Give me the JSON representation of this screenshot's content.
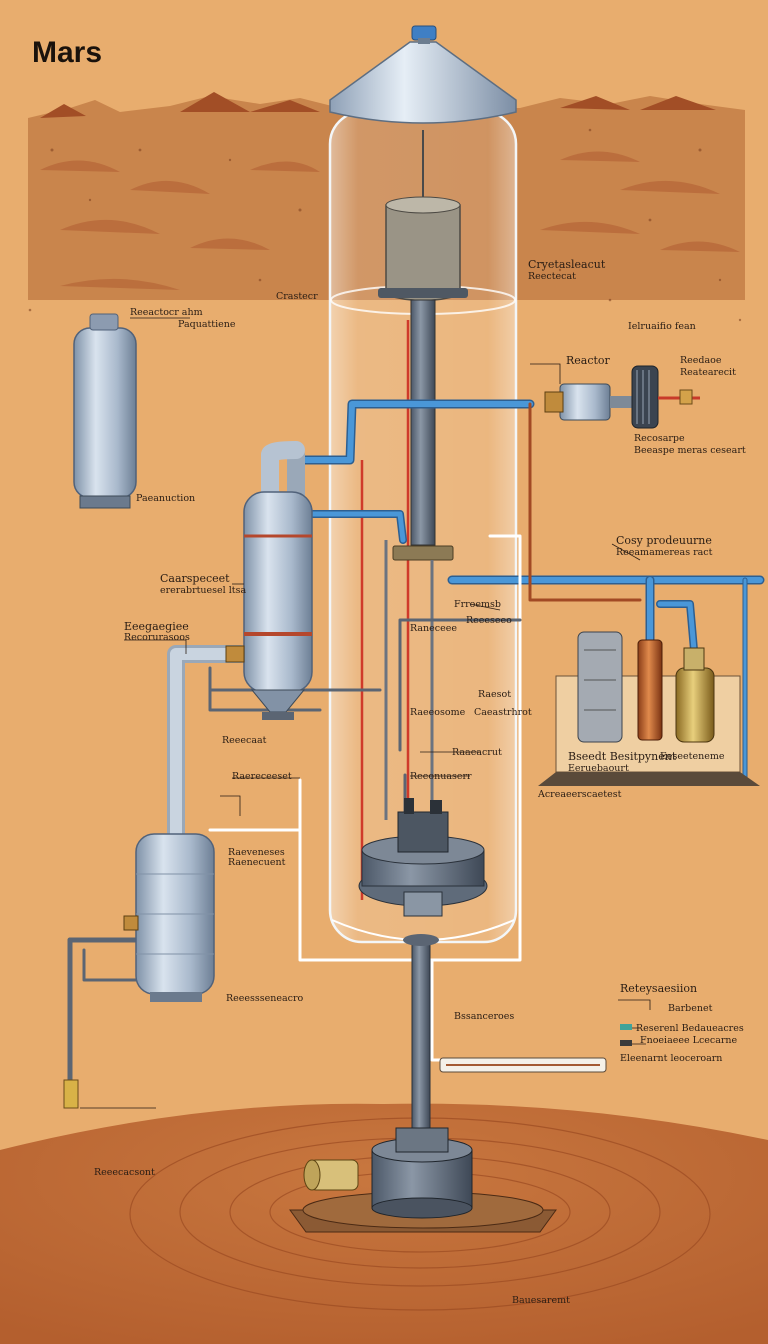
{
  "title": "Mars",
  "colors": {
    "sky": "#e8ad6e",
    "ground": "#c6713d",
    "ground_dark": "#a9532a",
    "tank_steel": "#a9b9cc",
    "pipe_blue": "#3e86c8",
    "pipe_red": "#c24a2a",
    "glass": "#dde6ec"
  },
  "labels": {
    "l1": "Crastecr",
    "l2": "Cryetasleacut",
    "l3": "Reectecat",
    "l4": "Reeactocr ahm",
    "l5": "Paquattiene",
    "l6": "Ielruaifio fean",
    "l7": "Reactor",
    "l8": "Reedaoe",
    "l9": "Reatearecit",
    "l10": "Recosarpe",
    "l11": "Beeaspe meras ceseart",
    "l12": "Paeanuction",
    "l13": "Cosy prodeuurne",
    "l14": "Reeamamereas ract",
    "l15": "Caarspeceet",
    "l16": "ererabrtuesel ltsa",
    "l17": "Eeegaegiee",
    "l18": "Recorurasoos",
    "l19": "Frroemsb",
    "l20": "Reeeseeo",
    "l21": "Raneceee",
    "l22": "Raesot",
    "l23": "Raeeosome",
    "l24": "Caeastrhrot",
    "l25": "Reeecaat",
    "l26": "Bseedt Besitpynent",
    "l27": "Eeruebaourt",
    "l28": "Eeseeteneme",
    "l29": "Acreaeerscaetest",
    "l30": "Raaeacrut",
    "l31": "Reeonuaserr",
    "l32": "Raereceeset",
    "l33": "Raeveneses",
    "l34": "Raenecuent",
    "l35": "Reteysaesiion",
    "l36": "Barbenet",
    "l37": "Reserenl Bedaueacres",
    "l38": "Fnoeiaeee Lcecarne",
    "l39": "Eleenarnt leoceroarn",
    "l40": "Reeessseneacro",
    "l41": "Bssanceroes",
    "l42": "Reeecacsont",
    "l43": "Bauesaremt"
  }
}
